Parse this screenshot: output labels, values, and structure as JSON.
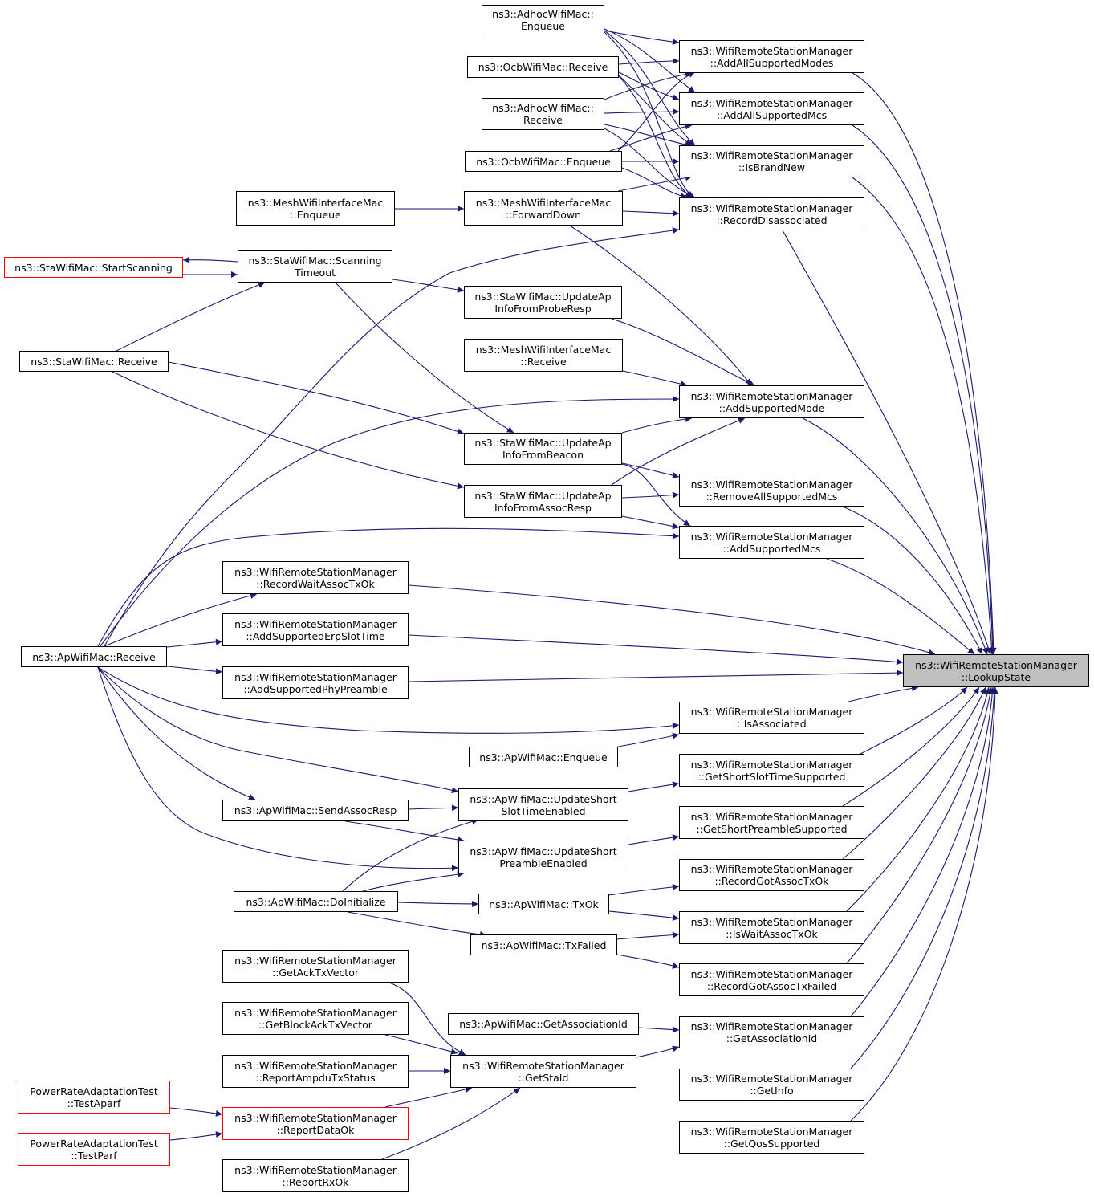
{
  "colors": {
    "edge": "#191970",
    "node_border": "#000000",
    "truncated_border": "#ff0000",
    "focus_fill": "#bfbfbf"
  },
  "nodes": {
    "adhoc_enqueue": {
      "l1": "ns3::AdhocWifiMac::",
      "l2": "Enqueue"
    },
    "ocb_receive": {
      "l1": "ns3::OcbWifiMac::Receive"
    },
    "adhoc_receive": {
      "l1": "ns3::AdhocWifiMac::",
      "l2": "Receive"
    },
    "ocb_enqueue": {
      "l1": "ns3::OcbWifiMac::Enqueue"
    },
    "mesh_enqueue": {
      "l1": "ns3::MeshWifiInterfaceMac",
      "l2": "::Enqueue"
    },
    "mesh_forward": {
      "l1": "ns3::MeshWifiInterfaceMac",
      "l2": "::ForwardDown"
    },
    "sta_startscan": {
      "l1": "ns3::StaWifiMac::StartScanning"
    },
    "sta_scantimeout": {
      "l1": "ns3::StaWifiMac::Scanning",
      "l2": "Timeout"
    },
    "sta_probe": {
      "l1": "ns3::StaWifiMac::UpdateAp",
      "l2": "InfoFromProbeResp"
    },
    "mesh_receive": {
      "l1": "ns3::MeshWifiInterfaceMac",
      "l2": "::Receive"
    },
    "sta_receive": {
      "l1": "ns3::StaWifiMac::Receive"
    },
    "sta_beacon": {
      "l1": "ns3::StaWifiMac::UpdateAp",
      "l2": "InfoFromBeacon"
    },
    "sta_assoc": {
      "l1": "ns3::StaWifiMac::UpdateAp",
      "l2": "InfoFromAssocResp"
    },
    "m_addallmodes": {
      "l1": "ns3::WifiRemoteStationManager",
      "l2": "::AddAllSupportedModes"
    },
    "m_addallmcs": {
      "l1": "ns3::WifiRemoteStationManager",
      "l2": "::AddAllSupportedMcs"
    },
    "m_isbrandnew": {
      "l1": "ns3::WifiRemoteStationManager",
      "l2": "::IsBrandNew"
    },
    "m_recorddisassoc": {
      "l1": "ns3::WifiRemoteStationManager",
      "l2": "::RecordDisassociated"
    },
    "m_addmode": {
      "l1": "ns3::WifiRemoteStationManager",
      "l2": "::AddSupportedMode"
    },
    "m_removeallmcs": {
      "l1": "ns3::WifiRemoteStationManager",
      "l2": "::RemoveAllSupportedMcs"
    },
    "m_addmcs": {
      "l1": "ns3::WifiRemoteStationManager",
      "l2": "::AddSupportedMcs"
    },
    "m_recwaitassoc": {
      "l1": "ns3::WifiRemoteStationManager",
      "l2": "::RecordWaitAssocTxOk"
    },
    "m_adderp": {
      "l1": "ns3::WifiRemoteStationManager",
      "l2": "::AddSupportedErpSlotTime"
    },
    "m_addphy": {
      "l1": "ns3::WifiRemoteStationManager",
      "l2": "::AddSupportedPhyPreamble"
    },
    "ap_receive": {
      "l1": "ns3::ApWifiMac::Receive"
    },
    "lookup": {
      "l1": "ns3::WifiRemoteStationManager",
      "l2": "::LookupState"
    },
    "m_isassoc": {
      "l1": "ns3::WifiRemoteStationManager",
      "l2": "::IsAssociated"
    },
    "ap_enqueue": {
      "l1": "ns3::ApWifiMac::Enqueue"
    },
    "m_getslot": {
      "l1": "ns3::WifiRemoteStationManager",
      "l2": "::GetShortSlotTimeSupported"
    },
    "ap_updslot": {
      "l1": "ns3::ApWifiMac::UpdateShort",
      "l2": "SlotTimeEnabled"
    },
    "ap_sendassoc": {
      "l1": "ns3::ApWifiMac::SendAssocResp"
    },
    "m_getpre": {
      "l1": "ns3::WifiRemoteStationManager",
      "l2": "::GetShortPreambleSupported"
    },
    "ap_updpre": {
      "l1": "ns3::ApWifiMac::UpdateShort",
      "l2": "PreambleEnabled"
    },
    "m_recgotok": {
      "l1": "ns3::WifiRemoteStationManager",
      "l2": "::RecordGotAssocTxOk"
    },
    "ap_doinit": {
      "l1": "ns3::ApWifiMac::DoInitialize"
    },
    "ap_txok": {
      "l1": "ns3::ApWifiMac::TxOk"
    },
    "m_iswait": {
      "l1": "ns3::WifiRemoteStationManager",
      "l2": "::IsWaitAssocTxOk"
    },
    "ap_txfailed": {
      "l1": "ns3::ApWifiMac::TxFailed"
    },
    "m_recgotfail": {
      "l1": "ns3::WifiRemoteStationManager",
      "l2": "::RecordGotAssocTxFailed"
    },
    "m_getack": {
      "l1": "ns3::WifiRemoteStationManager",
      "l2": "::GetAckTxVector"
    },
    "ap_getassocid": {
      "l1": "ns3::ApWifiMac::GetAssociationId"
    },
    "m_getassocid": {
      "l1": "ns3::WifiRemoteStationManager",
      "l2": "::GetAssociationId"
    },
    "m_getblockack": {
      "l1": "ns3::WifiRemoteStationManager",
      "l2": "::GetBlockAckTxVector"
    },
    "m_getstaid": {
      "l1": "ns3::WifiRemoteStationManager",
      "l2": "::GetStaId"
    },
    "m_reportampdu": {
      "l1": "ns3::WifiRemoteStationManager",
      "l2": "::ReportAmpduTxStatus"
    },
    "m_getinfo": {
      "l1": "ns3::WifiRemoteStationManager",
      "l2": "::GetInfo"
    },
    "test_aparf": {
      "l1": "PowerRateAdaptationTest",
      "l2": "::TestAparf"
    },
    "m_reportdataok": {
      "l1": "ns3::WifiRemoteStationManager",
      "l2": "::ReportDataOk"
    },
    "m_getqos": {
      "l1": "ns3::WifiRemoteStationManager",
      "l2": "::GetQosSupported"
    },
    "test_parf": {
      "l1": "PowerRateAdaptationTest",
      "l2": "::TestParf"
    },
    "m_reportrxok": {
      "l1": "ns3::WifiRemoteStationManager",
      "l2": "::ReportRxOk"
    }
  }
}
